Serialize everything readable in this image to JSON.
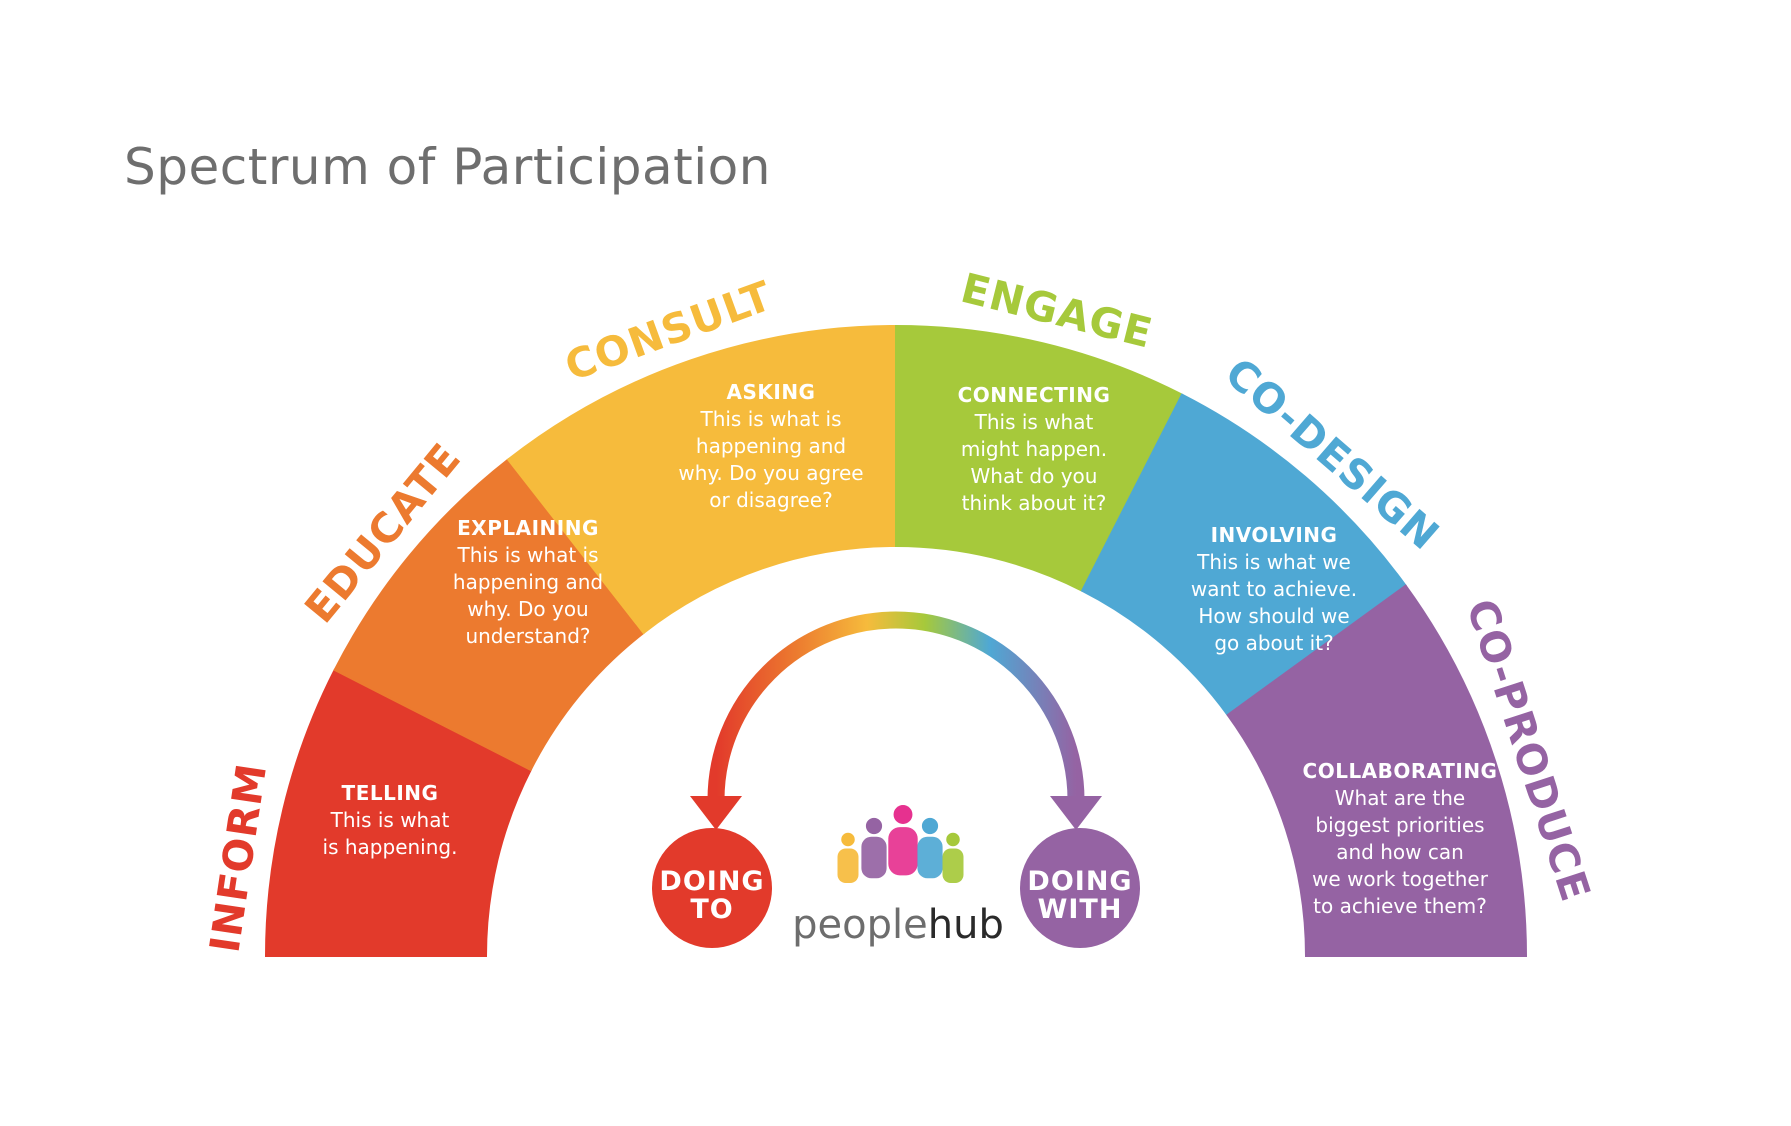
{
  "title": "Spectrum of Participation",
  "colors": {
    "inform": "#e23a2b",
    "educate": "#ec7a2f",
    "consult": "#f6bb3c",
    "engage": "#a6c93b",
    "codesign": "#4fa8d4",
    "coproduce": "#9563a3",
    "background": "#ffffff",
    "title": "#6e6e6e"
  },
  "stages": [
    {
      "id": "inform",
      "name": "INFORM",
      "color": "#e23a2b",
      "heading": "TELLING",
      "lines": [
        "This is what",
        "is happening."
      ]
    },
    {
      "id": "educate",
      "name": "EDUCATE",
      "color": "#ec7a2f",
      "heading": "EXPLAINING",
      "lines": [
        "This is what is",
        "happening and",
        "why. Do you",
        "understand?"
      ]
    },
    {
      "id": "consult",
      "name": "CONSULT",
      "color": "#f6bb3c",
      "heading": "ASKING",
      "lines": [
        "This is what is",
        "happening and",
        "why. Do you agree",
        "or disagree?"
      ]
    },
    {
      "id": "engage",
      "name": "ENGAGE",
      "color": "#a6c93b",
      "heading": "CONNECTING",
      "lines": [
        "This is what",
        "might happen.",
        "What do you",
        "think about it?"
      ]
    },
    {
      "id": "codesign",
      "name": "CO-DESIGN",
      "color": "#4fa8d4",
      "heading": "INVOLVING",
      "lines": [
        "This is what we",
        "want to achieve.",
        "How should we",
        "go about it?"
      ]
    },
    {
      "id": "coproduce",
      "name": "CO-PRODUCE",
      "color": "#9563a3",
      "heading": "COLLABORATING",
      "lines": [
        "What are the",
        "biggest priorities",
        "and how can",
        "we work together",
        "to achieve them?"
      ]
    }
  ],
  "doing_to": {
    "line1": "DOING",
    "line2": "TO",
    "color": "#e23a2b"
  },
  "doing_with": {
    "line1": "DOING",
    "line2": "WITH",
    "color": "#9563a3"
  },
  "logo": {
    "part1": "people",
    "part2": "hub",
    "people_icon": "people-group-icon",
    "figure_colors": [
      "#f6bb3c",
      "#9563a3",
      "#e6318f",
      "#4fa8d4",
      "#a6c93b",
      "#ec7a2f"
    ]
  }
}
